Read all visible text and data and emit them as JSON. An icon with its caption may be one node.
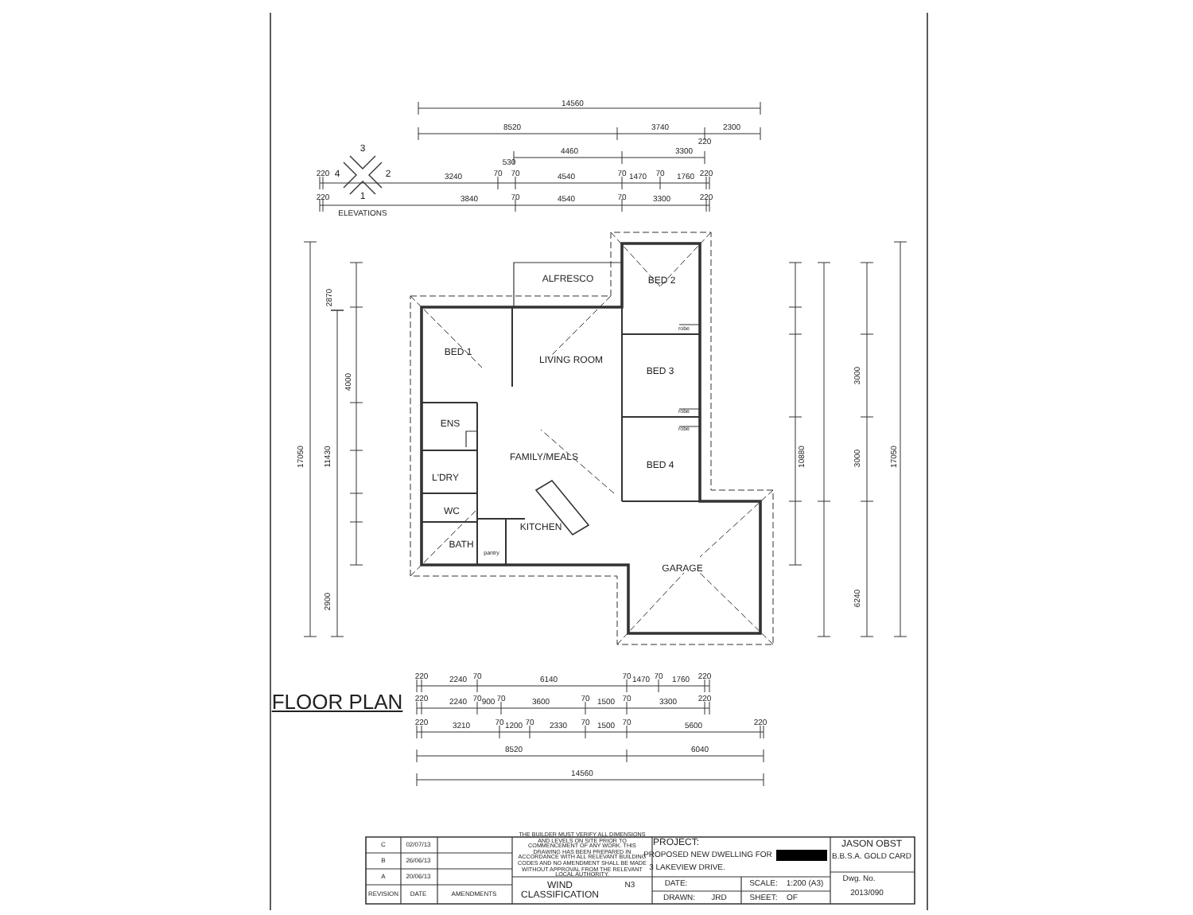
{
  "diagram": {
    "labels": [
      "14560",
      "8520",
      "3740",
      "2300",
      "4460",
      "3300",
      "220",
      "220",
      "3240",
      "70",
      "530",
      "70",
      "4540",
      "70",
      "1470",
      "70",
      "1760",
      "220",
      "220",
      "3840",
      "70",
      "4540",
      "70",
      "3300",
      "220",
      "3",
      "2",
      "1",
      "4",
      "ELEVATIONS",
      "ALFRESCO",
      "BED 2",
      "BED 1",
      "LIVING ROOM",
      "BED 3",
      "robe",
      "ENS",
      "FAMILY/MEALS",
      "robe",
      "robe",
      "BED 4",
      "L'DRY",
      "WC",
      "KITCHEN",
      "BATH",
      "pantry",
      "GARAGE",
      "2870",
      "17050",
      "11430",
      "4000",
      "2900",
      "10880",
      "3000",
      "3000",
      "6240",
      "17050",
      "FLOOR PLAN",
      "220",
      "2240",
      "70",
      "6140",
      "70",
      "1470",
      "70",
      "1760",
      "220",
      "220",
      "2240",
      "70",
      "900",
      "70",
      "3600",
      "70",
      "1500",
      "70",
      "3300",
      "220",
      "220",
      "3210",
      "70",
      "1200",
      "70",
      "2330",
      "70",
      "1500",
      "70",
      "5600",
      "220",
      "8520",
      "6040",
      "14560",
      "C",
      "02/07/13",
      "B",
      "26/06/13",
      "A",
      "20/06/13",
      "REVISION",
      "DATE",
      "AMENDMENTS",
      "THE BUILDER MUST VERIFY ALL DIMENSIONS AND LEVELS ON SITE PRIOR TO COMMENCEMENT OF ANY WORK. THIS DRAWING HAS BEEN PREPARED IN ACCORDANCE WITH ALL RELEVANT BUILDING CODES AND NO AMENDMENT SHALL BE MADE WITHOUT APPROVAL FROM THE RELEVANT LOCAL AUTHORITY.",
      "WIND CLASSIFICATION",
      "N3",
      "PROJECT:",
      "PROPOSED NEW DWELLING FOR",
      "3 LAKEVIEW DRIVE.",
      "DATE:",
      "DRAWN:",
      "JRD",
      "SCALE:",
      "1:200 (A3)",
      "SHEET:",
      "OF",
      "JASON OBST",
      "B.B.S.A. GOLD CARD",
      "Dwg. No.",
      "2013/090"
    ]
  }
}
